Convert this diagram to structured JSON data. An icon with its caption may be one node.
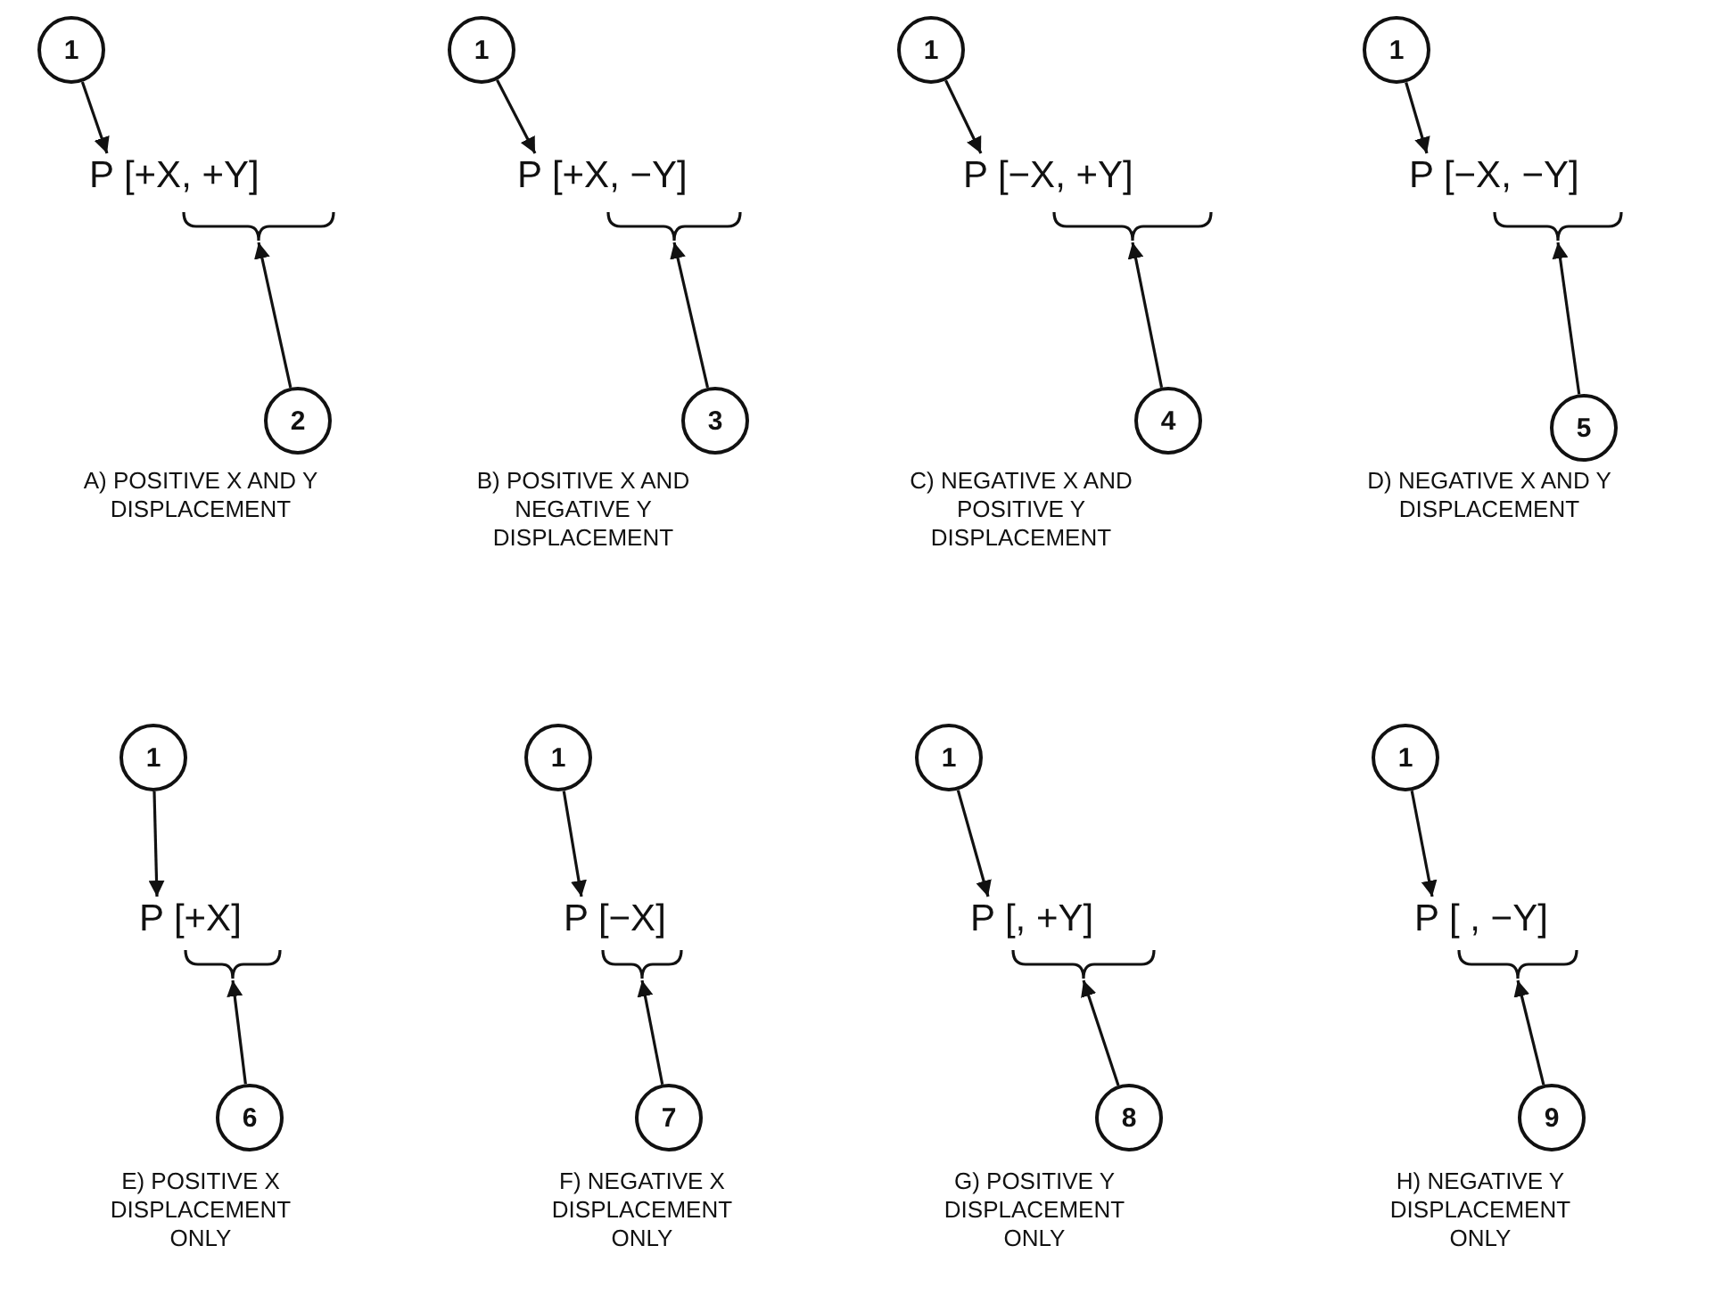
{
  "diagram": {
    "nodes": [
      {
        "text": [
          "1"
        ]
      },
      {
        "text": [
          "P [+X, +Y]"
        ]
      },
      {
        "text": [],
        "shape": "brace"
      },
      {
        "text": [
          "2"
        ]
      },
      {
        "text": [
          "1"
        ]
      },
      {
        "text": [
          "P [+X, −Y]"
        ]
      },
      {
        "text": [],
        "shape": "brace"
      },
      {
        "text": [
          "3"
        ]
      },
      {
        "text": [
          "1"
        ]
      },
      {
        "text": [
          "P [−X, +Y]"
        ]
      },
      {
        "text": [],
        "shape": "brace"
      },
      {
        "text": [
          "4"
        ]
      },
      {
        "text": [
          "1"
        ]
      },
      {
        "text": [
          "P [−X, −Y]"
        ]
      },
      {
        "text": [],
        "shape": "brace"
      },
      {
        "text": [
          "5"
        ]
      },
      {
        "text": [
          "1"
        ]
      },
      {
        "text": [
          "P [+X]"
        ]
      },
      {
        "text": [],
        "shape": "brace"
      },
      {
        "text": [
          "6"
        ]
      },
      {
        "text": [
          "1"
        ]
      },
      {
        "text": [
          "P [−X]"
        ]
      },
      {
        "text": [],
        "shape": "brace"
      },
      {
        "text": [
          "7"
        ]
      },
      {
        "text": [
          "1"
        ]
      },
      {
        "text": [
          "P [, +Y]"
        ]
      },
      {
        "text": [],
        "shape": "brace"
      },
      {
        "text": [
          "8"
        ]
      },
      {
        "text": [
          "1"
        ]
      },
      {
        "text": [
          "P [ , −Y]"
        ]
      },
      {
        "text": [],
        "shape": "brace"
      },
      {
        "text": [
          "9"
        ]
      }
    ],
    "edges": [
      {
        "from": 0,
        "to": 1,
        "arrow": "to"
      },
      {
        "from": 3,
        "to": 2,
        "arrow": "to"
      },
      {
        "from": 4,
        "to": 5,
        "arrow": "to"
      },
      {
        "from": 7,
        "to": 6,
        "arrow": "to"
      },
      {
        "from": 8,
        "to": 9,
        "arrow": "to"
      },
      {
        "from": 11,
        "to": 10,
        "arrow": "to"
      },
      {
        "from": 12,
        "to": 13,
        "arrow": "to"
      },
      {
        "from": 15,
        "to": 14,
        "arrow": "to"
      },
      {
        "from": 16,
        "to": 17,
        "arrow": "to"
      },
      {
        "from": 19,
        "to": 18,
        "arrow": "to"
      },
      {
        "from": 20,
        "to": 21,
        "arrow": "to"
      },
      {
        "from": 23,
        "to": 22,
        "arrow": "to"
      },
      {
        "from": 24,
        "to": 25,
        "arrow": "to"
      },
      {
        "from": 27,
        "to": 26,
        "arrow": "to"
      },
      {
        "from": 28,
        "to": 29,
        "arrow": "to"
      },
      {
        "from": 31,
        "to": 30,
        "arrow": "to"
      }
    ],
    "labels": [
      "A) POSITIVE X AND Y DISPLACEMENT",
      "B) POSITIVE X AND NEGATIVE Y DISPLACEMENT",
      "C) NEGATIVE X AND POSITIVE Y DISPLACEMENT",
      "D) NEGATIVE X AND Y DISPLACEMENT",
      "E) POSITIVE X DISPLACEMENT ONLY",
      "F) NEGATIVE X DISPLACEMENT ONLY",
      "G) POSITIVE Y DISPLACEMENT ONLY",
      "H) NEGATIVE Y DISPLACEMENT ONLY"
    ]
  }
}
